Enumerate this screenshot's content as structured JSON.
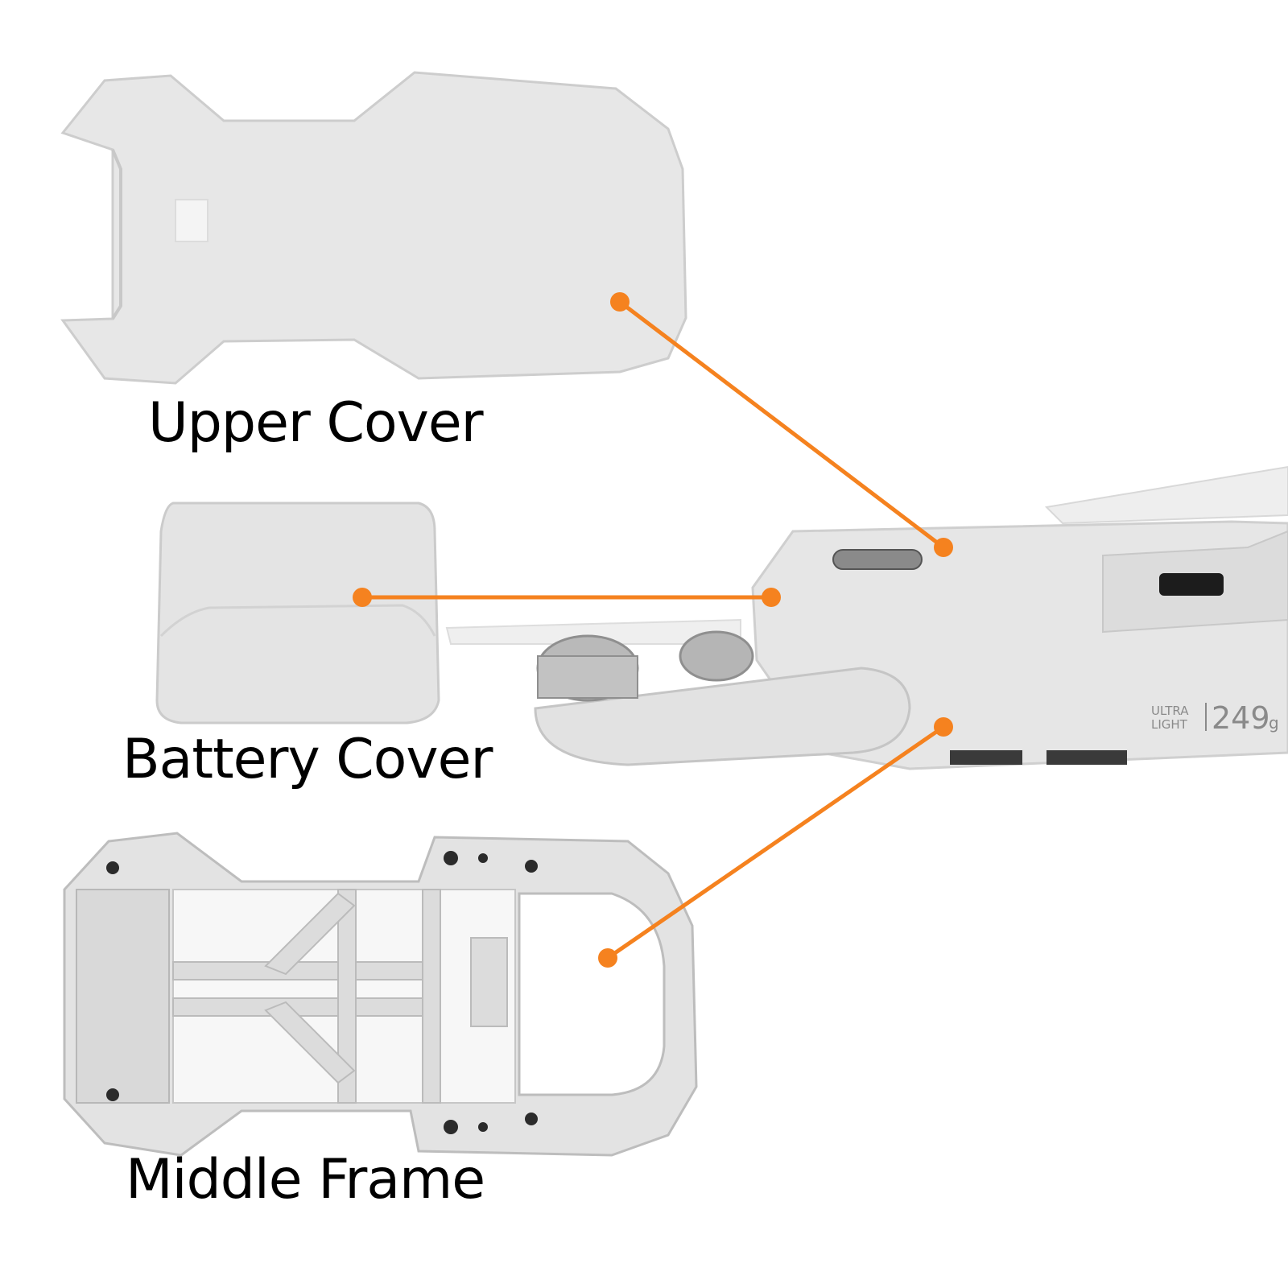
{
  "labels": {
    "upper_cover": "Upper Cover",
    "battery_cover": "Battery Cover",
    "middle_frame": "Middle Frame"
  },
  "drone_branding": {
    "line1": "ULTRA",
    "line2": "LIGHT",
    "weight": "249",
    "unit": "g"
  },
  "colors": {
    "callout": "#f5821f",
    "plastic": "#e6e6e6",
    "plastic_shadow": "#cfcfcf",
    "label_text": "#000000"
  }
}
